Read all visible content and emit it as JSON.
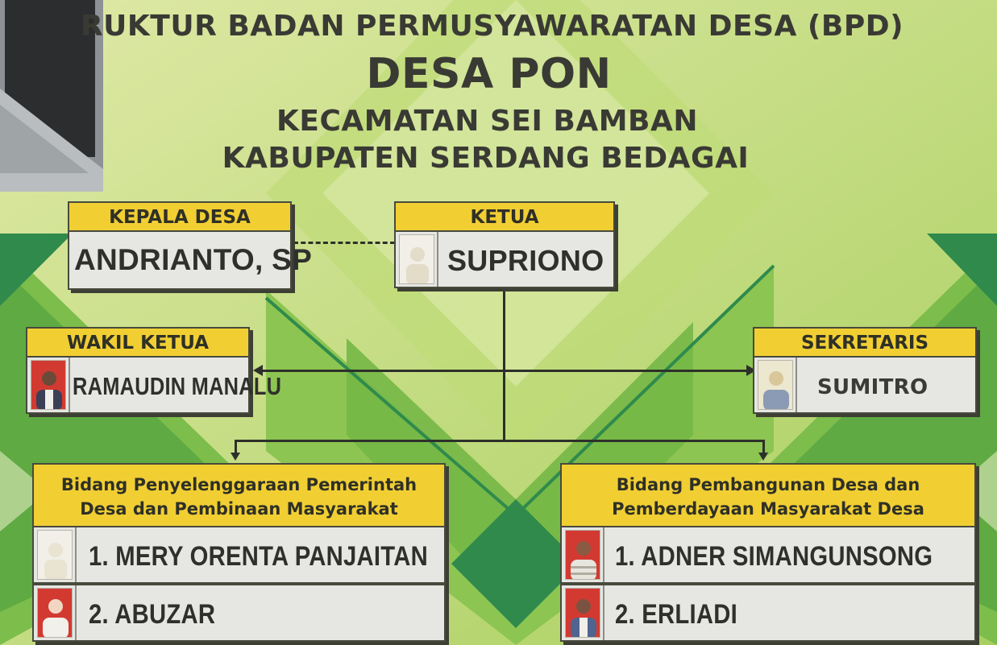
{
  "header": {
    "line1": "RUKTUR BADAN PERMUSYAWARATAN DESA (BPD)",
    "line2": "DESA PON",
    "line3": "KECAMATAN SEI BAMBAN",
    "line4": "KABUPATEN SERDANG BEDAGAI"
  },
  "kepala_desa": {
    "title": "KEPALA DESA",
    "name": "ANDRIANTO, SP"
  },
  "ketua": {
    "title": "KETUA",
    "name": "SUPRIONO"
  },
  "wakil_ketua": {
    "title": "WAKIL KETUA",
    "name": "RAMAUDIN MANALU"
  },
  "sekretaris": {
    "title": "SEKRETARIS",
    "name": "SUMITRO"
  },
  "bidang_pemerintahan": {
    "title_line1": "Bidang Penyelenggaraan Pemerintah",
    "title_line2": "Desa dan Pembinaan Masyarakat",
    "members": [
      "1. MERY ORENTA PANJAITAN",
      "2. ABUZAR"
    ]
  },
  "bidang_pembangunan": {
    "title_line1": "Bidang Pembangunan Desa dan",
    "title_line2": "Pemberdayaan Masyarakat Desa",
    "members": [
      "1. ADNER SIMANGUNSONG",
      "2. ERLIADI"
    ]
  },
  "colors": {
    "background_light": "#c9dd8a",
    "background_green": "#6fae3c",
    "dark_green": "#2f8a4c",
    "header_yellow": "#f1cf33",
    "name_panel": "#e6e6e2",
    "text_dark": "#2f302d",
    "photo_red": "#d23a31"
  }
}
